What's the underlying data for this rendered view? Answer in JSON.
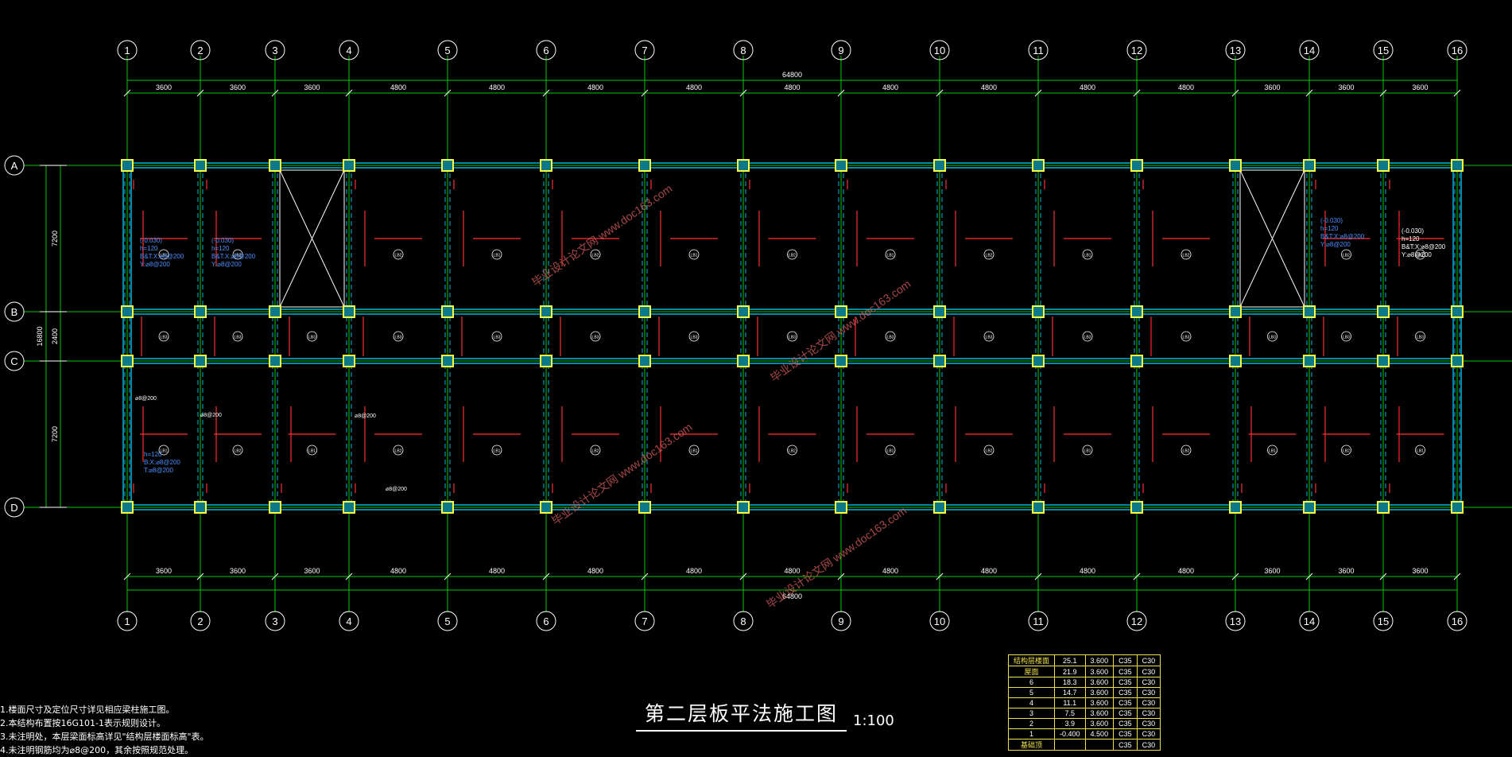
{
  "drawing": {
    "title": "第二层板平法施工图",
    "scale": "1:100",
    "colors": {
      "axis": "#00c800",
      "beam": "#00b4dc",
      "column_fill": "#0a7a8a",
      "column_edge": "#ffff40",
      "rebar": "#ff3030",
      "text_blue": "#4a90ff"
    },
    "axis_numbers": [
      "1",
      "2",
      "3",
      "4",
      "5",
      "6",
      "7",
      "8",
      "9",
      "10",
      "11",
      "12",
      "13",
      "14",
      "15",
      "16"
    ],
    "axis_letters": [
      "A",
      "B",
      "C",
      "D"
    ],
    "spans_x": [
      "3600",
      "3600",
      "3600",
      "4800",
      "4800",
      "4800",
      "4800",
      "4800",
      "4800",
      "4800",
      "4800",
      "4800",
      "3600",
      "3600",
      "3600"
    ],
    "total_x": "64800",
    "spans_y": [
      "7200",
      "2400",
      "7200"
    ],
    "total_y": "16800",
    "slab_notes": [
      {
        "lines": [
          "(-0.030)",
          "h=120",
          "B&T:X:⌀8@200",
          "Y:⌀8@200"
        ]
      },
      {
        "lines": [
          "(-0.030)",
          "h=120",
          "B&T:X:⌀8@200",
          "Y:⌀8@200"
        ]
      },
      {
        "lines": [
          "(-0.030)",
          "h=120",
          "B&T:X:⌀8@200",
          "Y:⌀8@200"
        ]
      },
      {
        "lines": [
          "(-0.030)",
          "h=120",
          "B&T:X:⌀8@200",
          "Y:⌀8@200"
        ]
      },
      {
        "lines": [
          "h=120",
          "B:X:⌀8@200",
          "T:⌀8@200"
        ]
      }
    ],
    "slab_tags": [
      "LB1",
      "LB2",
      "LB3",
      "LB4"
    ],
    "rebar_tag": "⌀8@200",
    "watermark": "毕业设计论文网 www.doc163.com"
  },
  "notes": [
    "1.楼面尺寸及定位尺寸详见相应梁柱施工图。",
    "2.本结构布置按16G101-1表示规则设计。",
    "3.未注明处，本层梁面标高详见\"结构层楼面标高\"表。",
    "4.未注明钢筋均为⌀8@200，其余按照规范处理。"
  ],
  "level_table": [
    [
      "结构层楼面",
      "25.1",
      "3.600",
      "C35",
      "C30"
    ],
    [
      "屋面",
      "21.9",
      "3.600",
      "C35",
      "C30"
    ],
    [
      "6",
      "18.3",
      "3.600",
      "C35",
      "C30"
    ],
    [
      "5",
      "14.7",
      "3.600",
      "C35",
      "C30"
    ],
    [
      "4",
      "11.1",
      "3.600",
      "C35",
      "C30"
    ],
    [
      "3",
      "7.5",
      "3.600",
      "C35",
      "C30"
    ],
    [
      "2",
      "3.9",
      "3.600",
      "C35",
      "C30"
    ],
    [
      "1",
      "-0.400",
      "4.500",
      "C35",
      "C30"
    ],
    [
      "基础顶",
      "",
      "",
      "C35",
      "C30"
    ]
  ]
}
